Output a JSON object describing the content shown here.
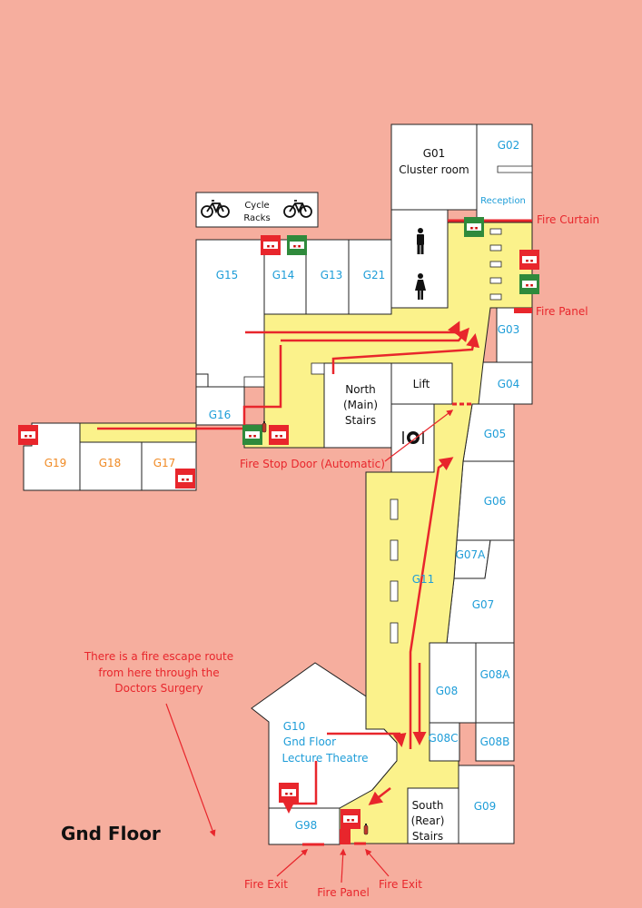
{
  "title": "Gnd Floor",
  "colors": {
    "background": "#f6ae9e",
    "corridor": "#fbf28b",
    "room": "#ffffff",
    "wall": "#222222",
    "route": "#e8262c",
    "alarm_red": "#e8262c",
    "alarm_green": "#2f8a3c",
    "room_label": "#1e9dd8",
    "room_label_orange": "#f08a24"
  },
  "rooms": {
    "g01_line1": "G01",
    "g01_line2": "Cluster room",
    "g02": "G02",
    "reception": "Reception",
    "g03": "G03",
    "g04": "G04",
    "g05": "G05",
    "g06": "G06",
    "g07a": "G07A",
    "g07": "G07",
    "g08a": "G08A",
    "g08": "G08",
    "g08c": "G08C",
    "g08b": "G08B",
    "g09": "G09",
    "g10_line1": "G10",
    "g10_line2": "Gnd Floor",
    "g10_line3": "Lecture Theatre",
    "g11": "G11",
    "g13": "G13",
    "g14": "G14",
    "g15": "G15",
    "g16": "G16",
    "g17": "G17",
    "g18": "G18",
    "g19": "G19",
    "g21": "G21",
    "g98": "G98",
    "lift": "Lift",
    "north_stairs_1": "North",
    "north_stairs_2": "(Main)",
    "north_stairs_3": "Stairs",
    "south_stairs_1": "South",
    "south_stairs_2": "(Rear)",
    "south_stairs_3": "Stairs",
    "cycle_1": "Cycle",
    "cycle_2": "Racks"
  },
  "annotations": {
    "fire_curtain": "Fire Curtain",
    "fire_panel_top": "Fire Panel",
    "fire_stop_door": "Fire Stop Door (Automatic)",
    "escape_1": "There is a fire escape route",
    "escape_2": "from here through the",
    "escape_3": "Doctors Surgery",
    "fire_exit_left": "Fire Exit",
    "fire_panel_bottom": "Fire Panel",
    "fire_exit_right": "Fire Exit"
  },
  "icons": [
    "bicycle-icon",
    "male-toilet-icon",
    "female-toilet-icon",
    "restaurant-icon",
    "fire-extinguisher-icon",
    "fire-alarm-call-point-icon",
    "fire-door-holder-icon"
  ]
}
